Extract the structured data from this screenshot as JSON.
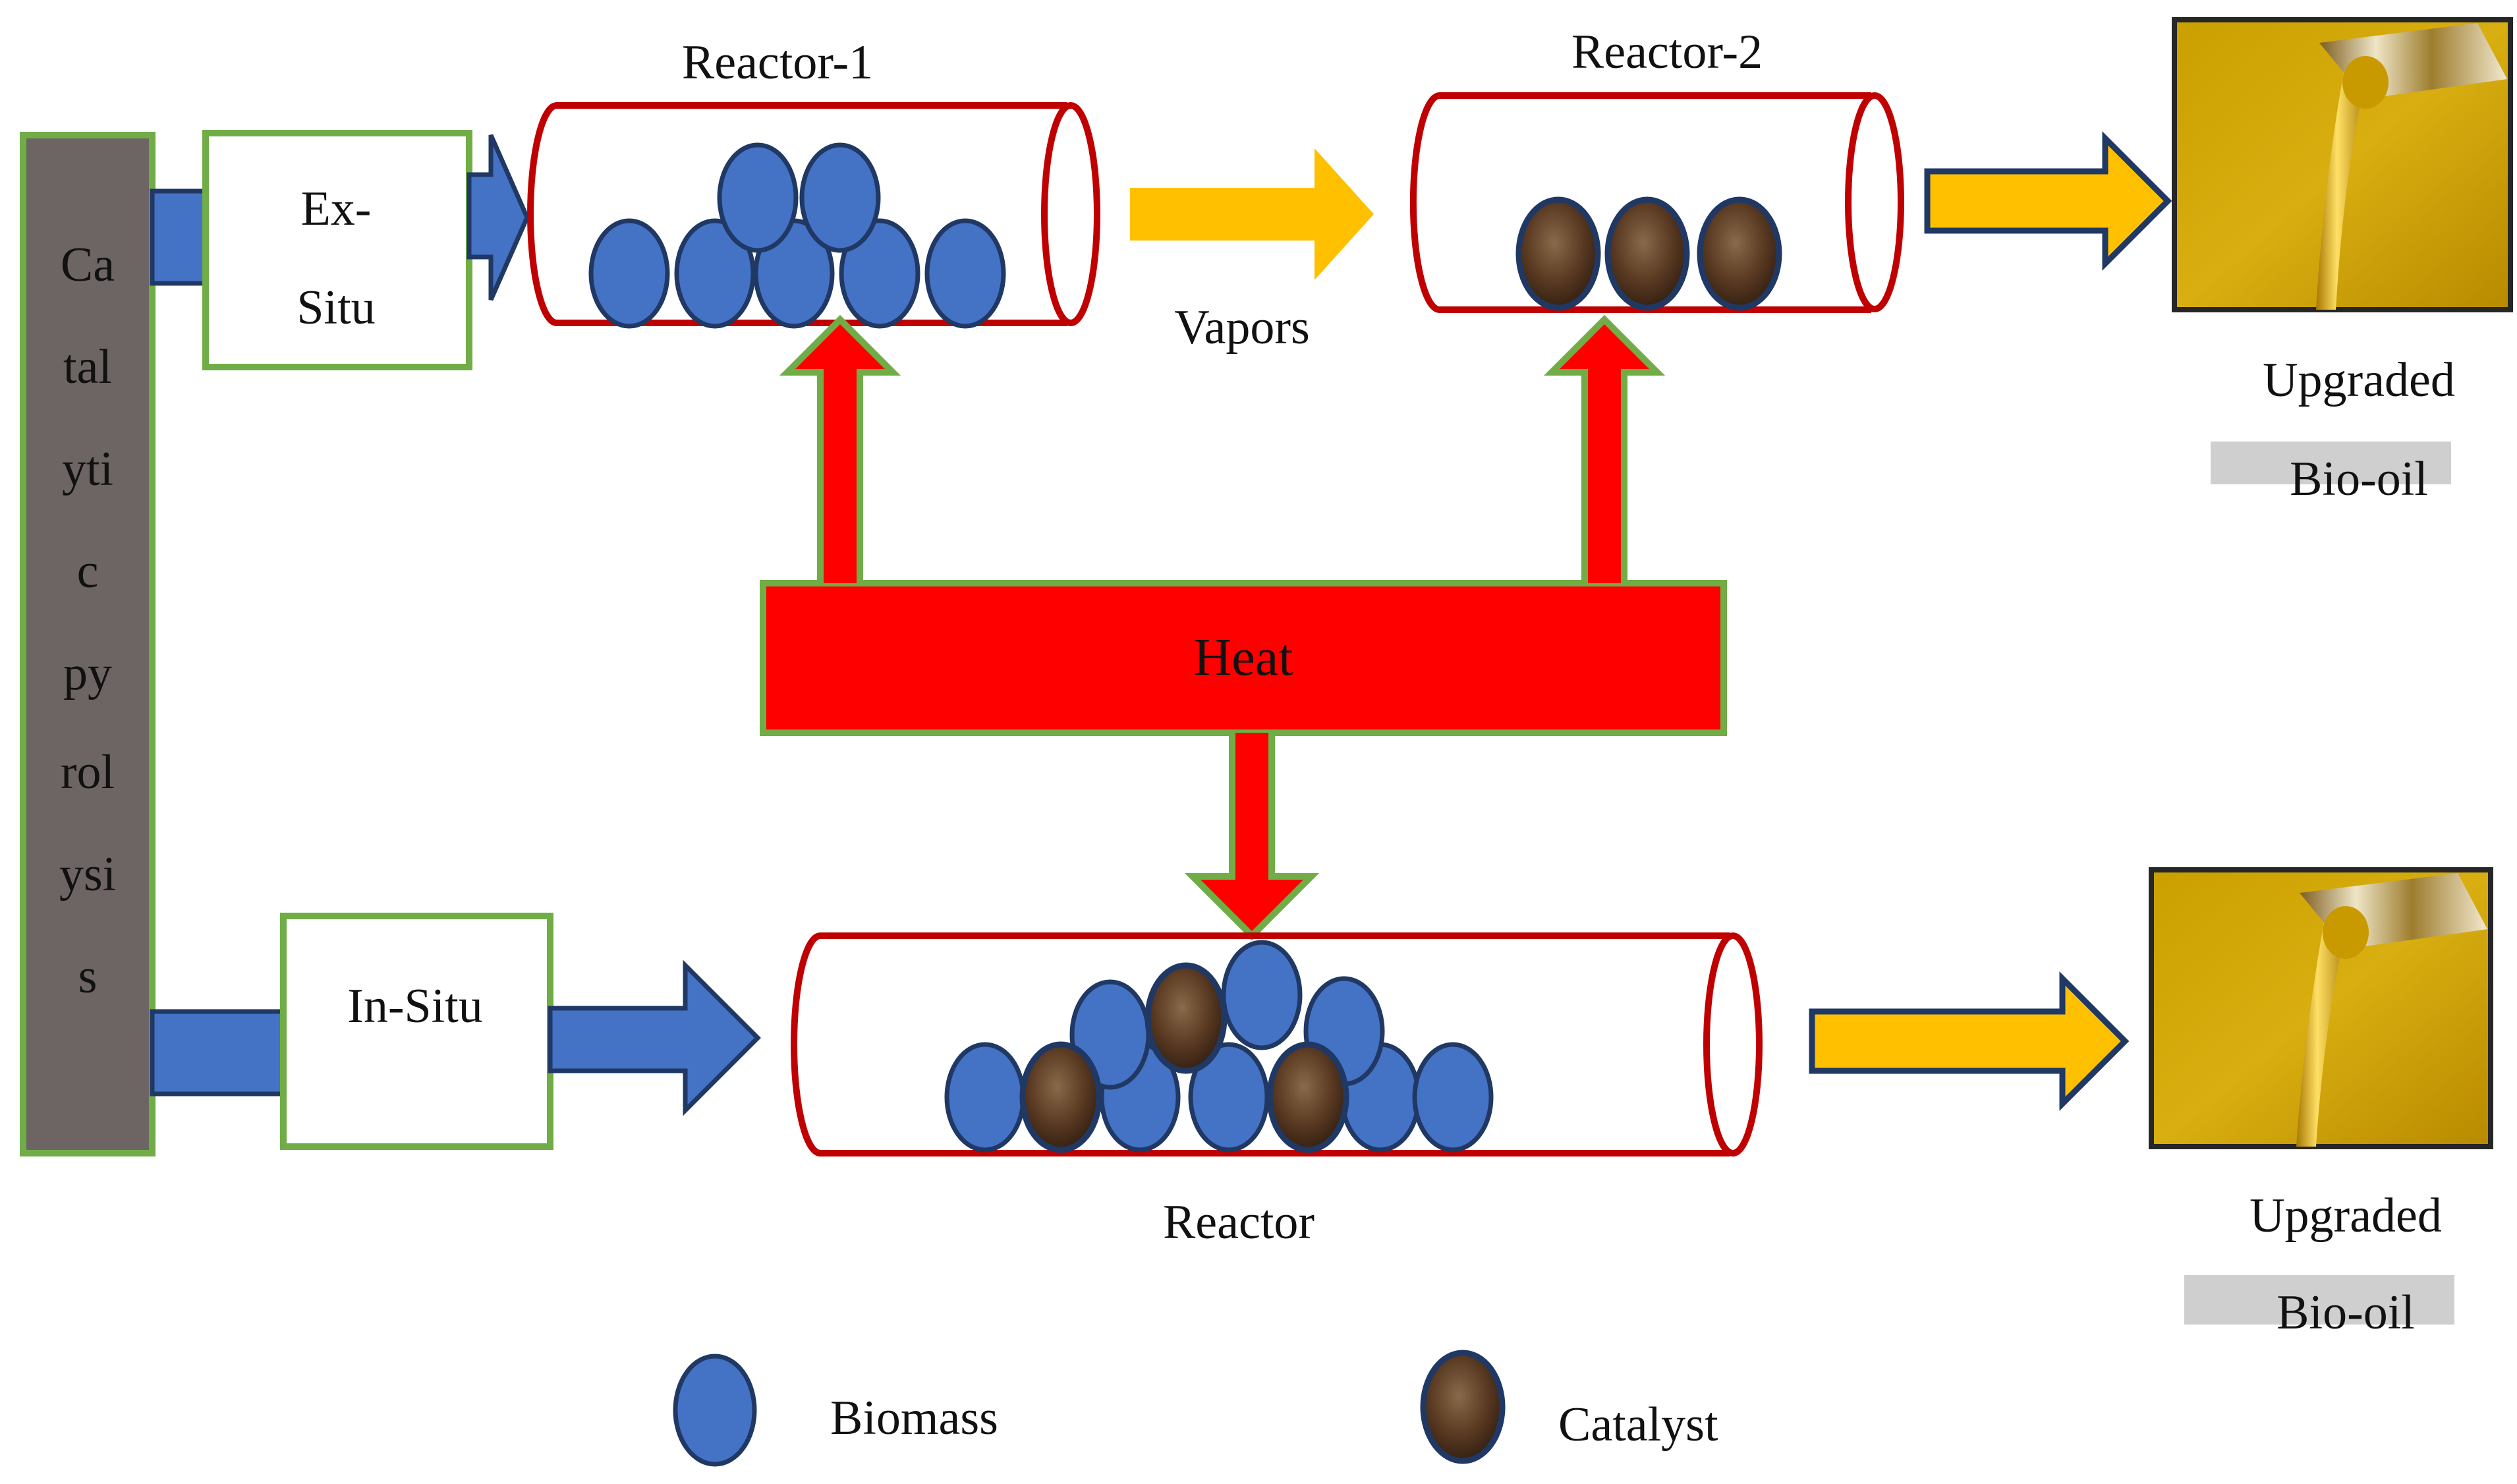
{
  "labels": {
    "reactor1": "Reactor-1",
    "reactor2": "Reactor-2",
    "reactor": "Reactor",
    "vapors": "Vapors",
    "heat": "Heat",
    "ex_situ_line1": "Ex-",
    "ex_situ_line2": "Situ",
    "in_situ": "In-Situ",
    "upgraded_top": "Upgraded",
    "biooil_top": "Bio-oil",
    "upgraded_bottom": "Upgraded",
    "biooil_bottom": "Bio-oil"
  },
  "side_label_parts": [
    "Ca",
    "tal",
    "yti",
    "c",
    "py",
    "rol",
    "ysi",
    "s"
  ],
  "legend": {
    "biomass": "Biomass",
    "catalyst": "Catalyst"
  },
  "colors": {
    "side_bar": "#6d6563",
    "green_border": "#70ad47",
    "blue": "#4472c4",
    "dark_blue": "#203864",
    "red": "#ff0000",
    "dark_red": "#c00000",
    "yellow": "#ffc000",
    "catalyst_brown": "#5a3a22"
  }
}
